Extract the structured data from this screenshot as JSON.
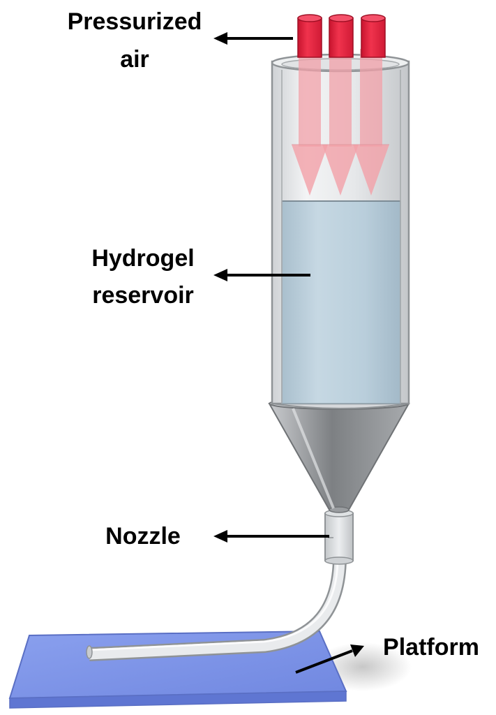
{
  "labels": {
    "pressurized_line1": "Pressurized",
    "pressurized_line2": "air",
    "hydrogel_line1": "Hydrogel",
    "hydrogel_line2": "reservoir",
    "nozzle": "Nozzle",
    "platform": "Platform"
  },
  "colors": {
    "air_tube": "#e8233f",
    "air_arrow": "#f2a0a8",
    "hydrogel": "#b9cedb",
    "cylinder_glass": "#e3e5e7",
    "cone": "#8a8c8f",
    "nozzle": "#d7dadd",
    "platform": "#7f96e8",
    "label_text": "#000000"
  }
}
